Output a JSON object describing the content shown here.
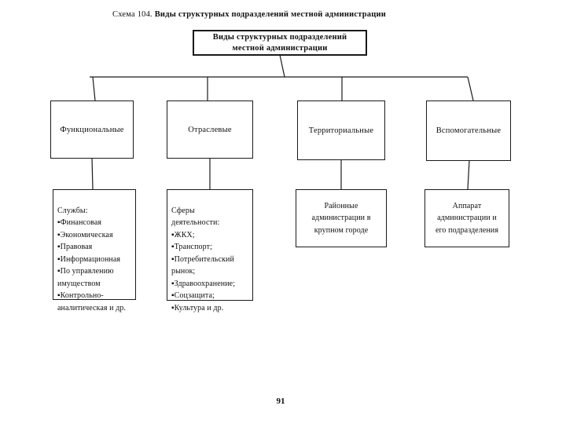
{
  "title": {
    "prefix": "Схема 104. ",
    "main": "Виды структурных подразделений местной администрации"
  },
  "root": {
    "label": "Виды структурных подразделений\nместной администрации"
  },
  "categories": [
    {
      "label": "Функциональные"
    },
    {
      "label": "Отраслевые"
    },
    {
      "label": "Территориальные"
    },
    {
      "label": "Вспомогательные"
    }
  ],
  "details": [
    {
      "text": "Службы:\n▪Финансовая\n▪Экономическая\n▪Правовая\n▪Информационная\n▪По управлению\nимуществом\n▪Контрольно-\nаналитическая и др."
    },
    {
      "text": "Сферы\nдеятельности:\n▪ЖКХ;\n▪Транспорт;\n▪Потребительский\nрынок;\n▪Здравоохранение;\n▪Соцзащита;\n▪Культура и др."
    },
    {
      "text": "Районные\nадминистрации в\nкрупном городе"
    },
    {
      "text": "Аппарат\nадминистрации и\nего подразделения"
    }
  ],
  "page_number": "91"
}
